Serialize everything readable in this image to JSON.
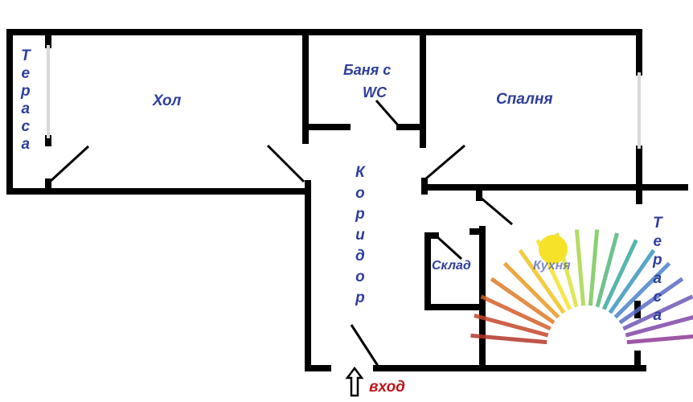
{
  "rooms": {
    "terrace_left": "Тераса",
    "hall": "Хол",
    "bathroom_line1": "Баня с",
    "bathroom_line2": "WC",
    "bedroom": "Спалня",
    "corridor": "Коридор",
    "storage": "Склад",
    "kitchen": "Кухня",
    "terrace_right": "Тераса"
  },
  "entrance": {
    "label": "вход",
    "icon": "up-arrow-icon"
  },
  "decoration": {
    "icon": "rainbow-fan-icon"
  },
  "colors": {
    "walls": "#000000",
    "labels": "#2e3f9e",
    "entrance": "#c0161b",
    "window": "#d9d9d9"
  }
}
